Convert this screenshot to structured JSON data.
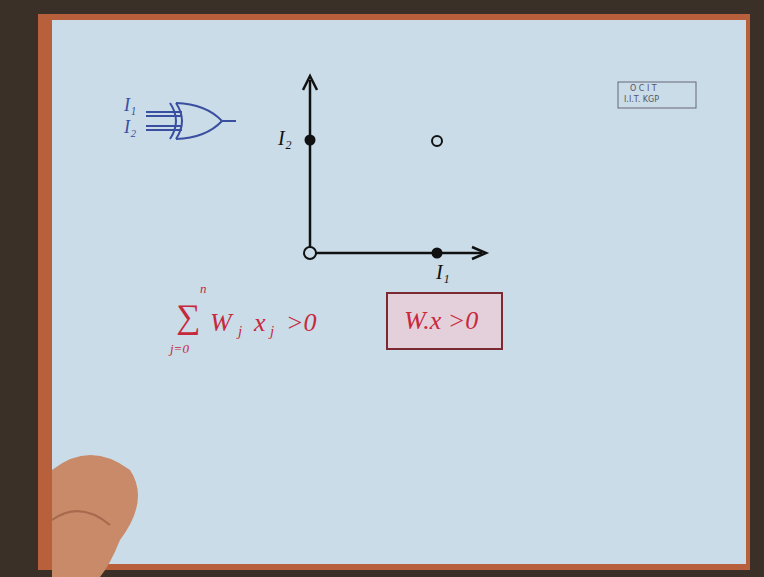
{
  "diagram": {
    "nodes": [
      {
        "text": [
          "W.x >0"
        ]
      }
    ],
    "labels": [
      "I₁",
      "I₂",
      "I₂",
      "I₁",
      "n",
      "∑",
      "j=0",
      "W",
      "j",
      "x",
      "j",
      ">0",
      "O C I T",
      "I.I.T. KGP"
    ]
  }
}
